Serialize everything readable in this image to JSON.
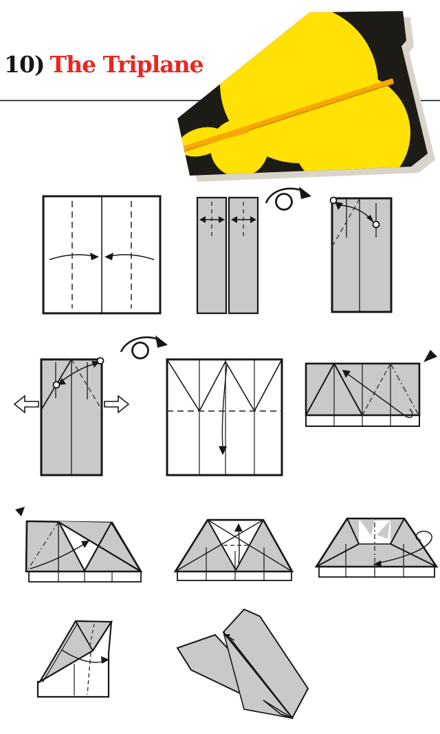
{
  "header": {
    "number": "10)",
    "title": "The Triplane"
  },
  "colors": {
    "ink": "#161616",
    "paper": "#c9c9ca",
    "white": "#ffffff",
    "red": "#e8281e",
    "rule": "#4a4a4a",
    "plane-black": "#1d1b16",
    "spot-yellow": "#ffe105",
    "stripe-orange": "#f7a800",
    "stripe-edge": "#d98f00",
    "shadow": "#d9d4ca",
    "dash": "#3c3c3c"
  },
  "hero": {
    "icon": "finished-triplane-art"
  },
  "steps": [
    {
      "id": 1,
      "icon": "square-fold-sides-to-centre"
    },
    {
      "id": 2,
      "icon": "folded-doors-spread-arrows"
    },
    {
      "id": 3,
      "icon": "fold-corner-to-crease"
    },
    {
      "id": 4,
      "icon": "fold-corners-pull-out-sides"
    },
    {
      "id": 5,
      "icon": "collapse-zigzag-downward"
    },
    {
      "id": 6,
      "icon": "fold-point-up-to-peak"
    },
    {
      "id": 7,
      "icon": "fold-flap-up-right"
    },
    {
      "id": 8,
      "icon": "lift-centre-point-up"
    },
    {
      "id": 9,
      "icon": "fold-in-half-behind"
    },
    {
      "id": 10,
      "icon": "fold-wing-down"
    },
    {
      "id": 11,
      "icon": "finished-triplane"
    }
  ],
  "symbols": {
    "turn_over": "turn-over-icon",
    "fold_marker": "fold-marker-icon"
  }
}
